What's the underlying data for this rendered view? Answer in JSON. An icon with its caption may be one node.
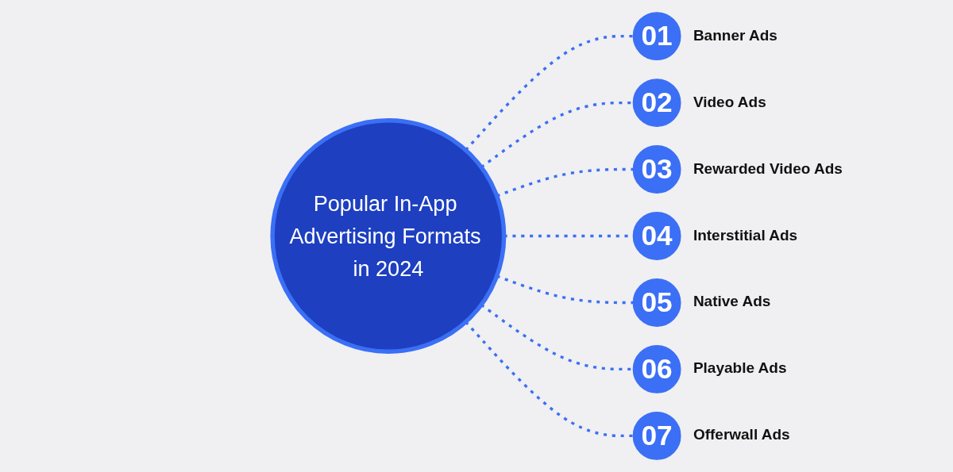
{
  "diagram": {
    "nodes": [
      {
        "text": [
          "Popular In-App Advertising Formats in 2024"
        ]
      },
      {
        "text": [
          "01"
        ],
        "beside": [
          "Banner Ads"
        ]
      },
      {
        "text": [
          "02"
        ],
        "beside": [
          "Video Ads"
        ]
      },
      {
        "text": [
          "03"
        ],
        "beside": [
          "Rewarded Video Ads"
        ]
      },
      {
        "text": [
          "04"
        ],
        "beside": [
          "Interstitial Ads"
        ]
      },
      {
        "text": [
          "05"
        ],
        "beside": [
          "Native Ads"
        ]
      },
      {
        "text": [
          "06"
        ],
        "beside": [
          "Playable Ads"
        ]
      },
      {
        "text": [
          "07"
        ],
        "beside": [
          "Offerwall Ads"
        ]
      }
    ],
    "edges": [
      {
        "from": 0,
        "to": 1,
        "arrow": "none",
        "style": "dashed"
      },
      {
        "from": 0,
        "to": 2,
        "arrow": "none",
        "style": "dashed"
      },
      {
        "from": 0,
        "to": 3,
        "arrow": "none",
        "style": "dashed"
      },
      {
        "from": 0,
        "to": 4,
        "arrow": "none",
        "style": "dashed"
      },
      {
        "from": 0,
        "to": 5,
        "arrow": "none",
        "style": "dashed"
      },
      {
        "from": 0,
        "to": 6,
        "arrow": "none",
        "style": "dashed"
      },
      {
        "from": 0,
        "to": 7,
        "arrow": "none",
        "style": "dashed"
      }
    ]
  }
}
